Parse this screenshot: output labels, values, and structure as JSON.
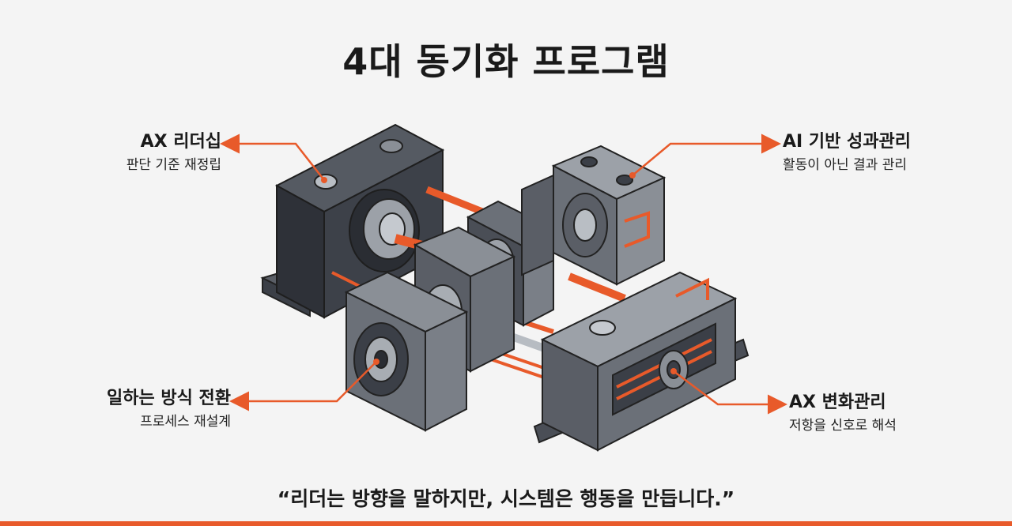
{
  "title": "4대 동기화 프로그램",
  "callouts": {
    "top_left": {
      "heading": "AX 리더십",
      "sub": "판단 기준 재정립"
    },
    "top_right": {
      "heading": "AI 기반 성과관리",
      "sub": "활동이 아닌 결과 관리"
    },
    "bottom_left": {
      "heading": "일하는 방식 전환",
      "sub": "프로세스 재설계"
    },
    "bottom_right": {
      "heading": "AX 변화관리",
      "sub": "저항을 신호로 해석"
    }
  },
  "quote": "“리더는 방향을 말하지만, 시스템은 행동을 만듭니다.”",
  "colors": {
    "accent": "#e85a2a",
    "metal_dark": "#3b3f47",
    "metal_mid": "#6b7078",
    "metal_light": "#a8adb3"
  }
}
